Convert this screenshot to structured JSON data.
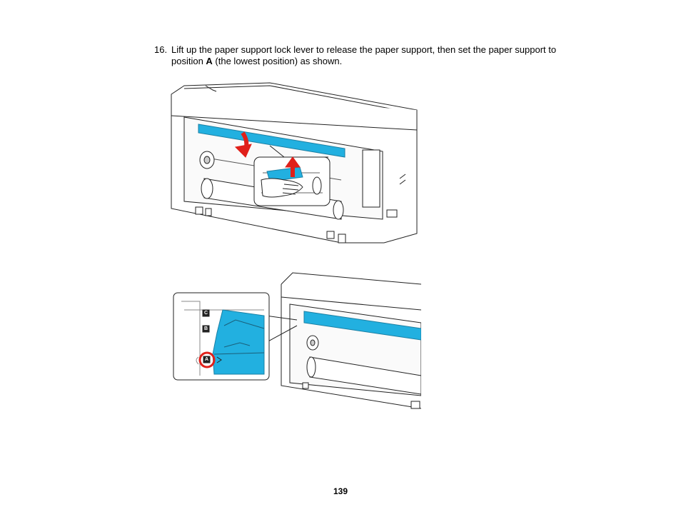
{
  "step": {
    "number": "16.",
    "text_before": "Lift up the paper support lock lever to release the paper support, then set the paper support to position ",
    "bold": "A",
    "text_after": " (the lowest position) as shown."
  },
  "figure2": {
    "position_labels": [
      "C",
      "B",
      "A"
    ]
  },
  "page_number": "139",
  "colors": {
    "accent_blue": "#22b0e0",
    "arrow_red": "#e0201a",
    "highlight_red": "#e0201a"
  }
}
